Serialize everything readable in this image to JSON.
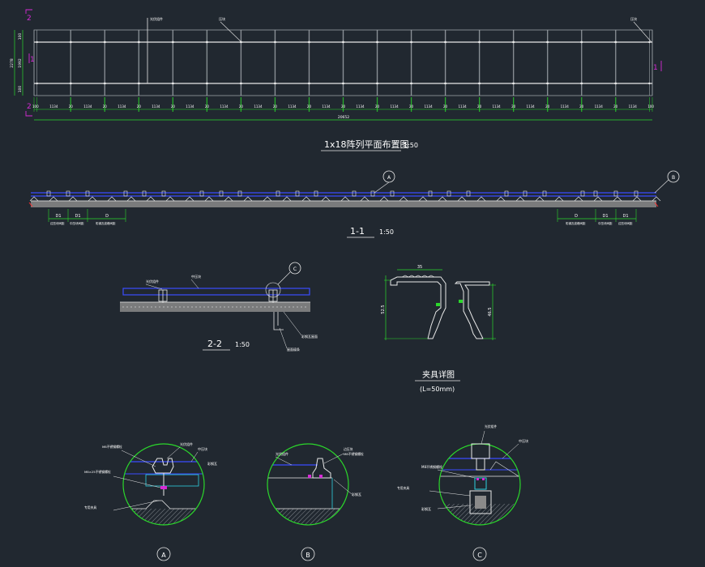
{
  "colors": {
    "background": "#212830",
    "line_white": "#e8e8e8",
    "line_gray": "#9aa0a6",
    "dimension_green": "#2bd72b",
    "section_magenta": "#d62bd6",
    "panel_blue": "#3a4cff",
    "callout_cyan": "#2ed0e0",
    "fill_gray": "#8a8a8a",
    "node_red": "#ff3030"
  },
  "plan": {
    "title": "1x18阵列平面布置图",
    "scale": "1:50",
    "section_markers": [
      "2",
      "1",
      "1",
      "2"
    ],
    "bottom_dims": [
      "100",
      "1134",
      "20",
      "1134",
      "20",
      "1134",
      "20",
      "1134",
      "20",
      "1134",
      "20",
      "1134",
      "20",
      "1134",
      "20",
      "1134",
      "20",
      "1134",
      "20",
      "1134",
      "20",
      "1134",
      "20",
      "1134",
      "20",
      "1134",
      "20",
      "1134",
      "20",
      "1134",
      "20",
      "1134",
      "20",
      "1134",
      "20",
      "1134",
      "100"
    ],
    "total_length": "20652",
    "left_dims": [
      "100",
      "1992",
      "100"
    ],
    "left_total": "2278",
    "callouts": [
      "光伏组件",
      "压块",
      "压块"
    ]
  },
  "section_1_1": {
    "title": "1-1",
    "scale": "1:50",
    "detail_markers": [
      "A",
      "B"
    ],
    "left_dims": [
      "D1",
      "D1",
      "D"
    ],
    "right_dims": [
      "D",
      "D1",
      "D1"
    ],
    "left_dim_labels": [
      "边压块间距",
      "中压块间距",
      "彩钢瓦波峰间距"
    ],
    "right_dim_labels": [
      "彩钢瓦波峰间距",
      "中压块间距",
      "边压块间距"
    ]
  },
  "section_2_2": {
    "title": "2-2",
    "scale": "1:50",
    "detail_marker": "C",
    "labels": [
      "光伏组件",
      "中压块",
      "彩钢瓦屋面",
      "屋面檩条"
    ]
  },
  "clamp_detail": {
    "title": "夹具详图",
    "subtitle": "(L=50mm)",
    "dims": [
      "35",
      "52.5",
      "46.5"
    ]
  },
  "details": [
    {
      "marker": "A",
      "labels": [
        "光伏组件",
        "中压块",
        "M8不锈钢螺栓",
        "彩钢瓦",
        "M8×25不锈钢螺栓",
        "专用夹具"
      ]
    },
    {
      "marker": "B",
      "labels": [
        "光伏组件",
        "边压块",
        "M8不锈钢螺栓",
        "彩钢瓦"
      ]
    },
    {
      "marker": "C",
      "labels": [
        "光伏组件",
        "中压块",
        "M8不锈钢螺栓",
        "专用夹具",
        "彩钢瓦"
      ]
    }
  ]
}
